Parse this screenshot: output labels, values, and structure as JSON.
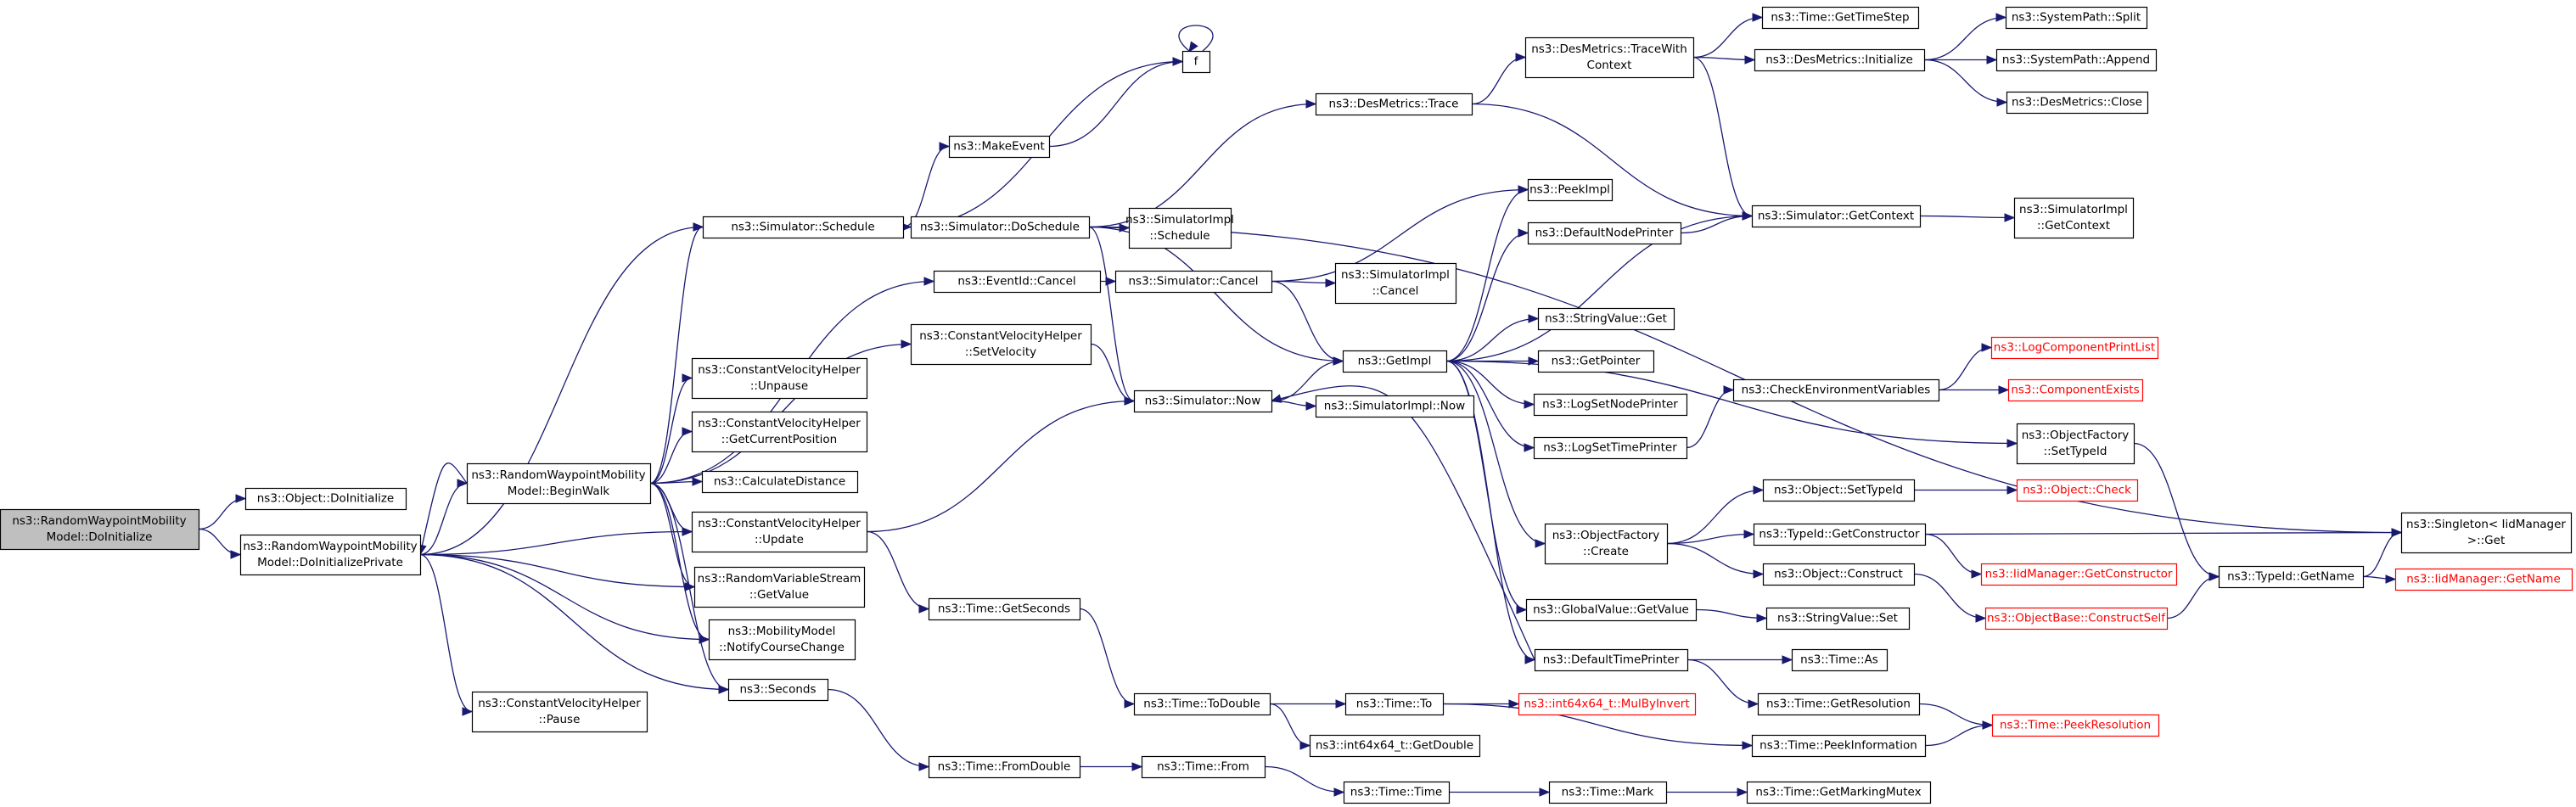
{
  "colors": {
    "edge": "#191970",
    "node_border": "#000000",
    "root_fill": "#bfbfbf",
    "truncated_border": "#ff0000",
    "truncated_text": "#ff0000"
  },
  "nodes": [
    {
      "id": "n_root",
      "lines": [
        "ns3::RandomWaypointMobility",
        "Model::DoInitialize"
      ],
      "style": "root",
      "interactable": false
    },
    {
      "id": "n_objinit",
      "lines": [
        "ns3::Object::DoInitialize"
      ],
      "style": "normal",
      "interactable": true
    },
    {
      "id": "n_doinitpriv",
      "lines": [
        "ns3::RandomWaypointMobility",
        "Model::DoInitializePrivate"
      ],
      "style": "normal",
      "interactable": true
    },
    {
      "id": "n_cvpause",
      "lines": [
        "ns3::ConstantVelocityHelper",
        "::Pause"
      ],
      "style": "normal",
      "interactable": true
    },
    {
      "id": "n_beginwalk",
      "lines": [
        "ns3::RandomWaypointMobility",
        "Model::BeginWalk"
      ],
      "style": "normal",
      "interactable": true
    },
    {
      "id": "n_simsched",
      "lines": [
        "ns3::Simulator::Schedule"
      ],
      "style": "normal",
      "interactable": true
    },
    {
      "id": "n_evcancel",
      "lines": [
        "ns3::EventId::Cancel"
      ],
      "style": "normal",
      "interactable": true
    },
    {
      "id": "n_cvsetvel",
      "lines": [
        "ns3::ConstantVelocityHelper",
        "::SetVelocity"
      ],
      "style": "normal",
      "interactable": true
    },
    {
      "id": "n_cvunpause",
      "lines": [
        "ns3::ConstantVelocityHelper",
        "::Unpause"
      ],
      "style": "normal",
      "interactable": true
    },
    {
      "id": "n_cvgetpos",
      "lines": [
        "ns3::ConstantVelocityHelper",
        "::GetCurrentPosition"
      ],
      "style": "normal",
      "interactable": true
    },
    {
      "id": "n_calcdist",
      "lines": [
        "ns3::CalculateDistance"
      ],
      "style": "normal",
      "interactable": true
    },
    {
      "id": "n_cvupdate",
      "lines": [
        "ns3::ConstantVelocityHelper",
        "::Update"
      ],
      "style": "normal",
      "interactable": true
    },
    {
      "id": "n_rvsget",
      "lines": [
        "ns3::RandomVariableStream",
        "::GetValue"
      ],
      "style": "normal",
      "interactable": true
    },
    {
      "id": "n_mobnotify",
      "lines": [
        "ns3::MobilityModel",
        "::NotifyCourseChange"
      ],
      "style": "normal",
      "interactable": true
    },
    {
      "id": "n_seconds",
      "lines": [
        "ns3::Seconds"
      ],
      "style": "normal",
      "interactable": true
    },
    {
      "id": "n_makeevent",
      "lines": [
        "ns3::MakeEvent"
      ],
      "style": "normal",
      "interactable": true
    },
    {
      "id": "n_f",
      "lines": [
        "f"
      ],
      "style": "normal",
      "interactable": true
    },
    {
      "id": "n_dosched",
      "lines": [
        "ns3::Simulator::DoSchedule"
      ],
      "style": "normal",
      "interactable": true
    },
    {
      "id": "n_simimplsched",
      "lines": [
        "ns3::SimulatorImpl",
        "::Schedule"
      ],
      "style": "normal",
      "interactable": true
    },
    {
      "id": "n_simcancel",
      "lines": [
        "ns3::Simulator::Cancel"
      ],
      "style": "normal",
      "interactable": true
    },
    {
      "id": "n_simimplcancel",
      "lines": [
        "ns3::SimulatorImpl",
        "::Cancel"
      ],
      "style": "normal",
      "interactable": true
    },
    {
      "id": "n_simnow",
      "lines": [
        "ns3::Simulator::Now"
      ],
      "style": "normal",
      "interactable": true
    },
    {
      "id": "n_simimplnow",
      "lines": [
        "ns3::SimulatorImpl::Now"
      ],
      "style": "normal",
      "interactable": true
    },
    {
      "id": "n_getseconds",
      "lines": [
        "ns3::Time::GetSeconds"
      ],
      "style": "normal",
      "interactable": true
    },
    {
      "id": "n_todouble",
      "lines": [
        "ns3::Time::ToDouble"
      ],
      "style": "normal",
      "interactable": true
    },
    {
      "id": "n_fromdouble",
      "lines": [
        "ns3::Time::FromDouble"
      ],
      "style": "normal",
      "interactable": true
    },
    {
      "id": "n_timefrom",
      "lines": [
        "ns3::Time::From"
      ],
      "style": "normal",
      "interactable": true
    },
    {
      "id": "n_timeto",
      "lines": [
        "ns3::Time::To"
      ],
      "style": "normal",
      "interactable": true
    },
    {
      "id": "n_i64getdouble",
      "lines": [
        "ns3::int64x64_t::GetDouble"
      ],
      "style": "normal",
      "interactable": true
    },
    {
      "id": "n_timetime",
      "lines": [
        "ns3::Time::Time"
      ],
      "style": "normal",
      "interactable": true
    },
    {
      "id": "n_desmetrace",
      "lines": [
        "ns3::DesMetrics::Trace"
      ],
      "style": "normal",
      "interactable": true
    },
    {
      "id": "n_getimpl",
      "lines": [
        "ns3::GetImpl"
      ],
      "style": "normal",
      "interactable": true
    },
    {
      "id": "n_peekimpl",
      "lines": [
        "ns3::PeekImpl"
      ],
      "style": "normal",
      "interactable": true
    },
    {
      "id": "n_defnodeprinter",
      "lines": [
        "ns3::DefaultNodePrinter"
      ],
      "style": "normal",
      "interactable": true
    },
    {
      "id": "n_strvalget",
      "lines": [
        "ns3::StringValue::Get"
      ],
      "style": "normal",
      "interactable": true
    },
    {
      "id": "n_getpointer",
      "lines": [
        "ns3::GetPointer"
      ],
      "style": "normal",
      "interactable": true
    },
    {
      "id": "n_logsetnode",
      "lines": [
        "ns3::LogSetNodePrinter"
      ],
      "style": "normal",
      "interactable": true
    },
    {
      "id": "n_logsettime",
      "lines": [
        "ns3::LogSetTimePrinter"
      ],
      "style": "normal",
      "interactable": true
    },
    {
      "id": "n_objfactcreate",
      "lines": [
        "ns3::ObjectFactory",
        "::Create"
      ],
      "style": "normal",
      "interactable": true
    },
    {
      "id": "n_gvgetvalue",
      "lines": [
        "ns3::GlobalValue::GetValue"
      ],
      "style": "normal",
      "interactable": true
    },
    {
      "id": "n_deftimeprinter",
      "lines": [
        "ns3::DefaultTimePrinter"
      ],
      "style": "normal",
      "interactable": true
    },
    {
      "id": "n_i64mulbyinv",
      "lines": [
        "ns3::int64x64_t::MulByInvert"
      ],
      "style": "trunc",
      "interactable": true
    },
    {
      "id": "n_timemark",
      "lines": [
        "ns3::Time::Mark"
      ],
      "style": "normal",
      "interactable": true
    },
    {
      "id": "n_desmetracewith",
      "lines": [
        "ns3::DesMetrics::TraceWith",
        "Context"
      ],
      "style": "normal",
      "interactable": true
    },
    {
      "id": "n_simgetctx",
      "lines": [
        "ns3::Simulator::GetContext"
      ],
      "style": "normal",
      "interactable": true
    },
    {
      "id": "n_checkenv",
      "lines": [
        "ns3::CheckEnvironmentVariables"
      ],
      "style": "normal",
      "interactable": true
    },
    {
      "id": "n_objsettypeid",
      "lines": [
        "ns3::Object::SetTypeId"
      ],
      "style": "normal",
      "interactable": true
    },
    {
      "id": "n_typeidgetctor",
      "lines": [
        "ns3::TypeId::GetConstructor"
      ],
      "style": "normal",
      "interactable": true
    },
    {
      "id": "n_objconstruct",
      "lines": [
        "ns3::Object::Construct"
      ],
      "style": "normal",
      "interactable": true
    },
    {
      "id": "n_strvalset",
      "lines": [
        "ns3::StringValue::Set"
      ],
      "style": "normal",
      "interactable": true
    },
    {
      "id": "n_timeas",
      "lines": [
        "ns3::Time::As"
      ],
      "style": "normal",
      "interactable": true
    },
    {
      "id": "n_timegetres",
      "lines": [
        "ns3::Time::GetResolution"
      ],
      "style": "normal",
      "interactable": true
    },
    {
      "id": "n_timepeekinfo",
      "lines": [
        "ns3::Time::PeekInformation"
      ],
      "style": "normal",
      "interactable": true
    },
    {
      "id": "n_timegetmutex",
      "lines": [
        "ns3::Time::GetMarkingMutex"
      ],
      "style": "normal",
      "interactable": true
    },
    {
      "id": "n_timegettimestep",
      "lines": [
        "ns3::Time::GetTimeStep"
      ],
      "style": "normal",
      "interactable": true
    },
    {
      "id": "n_desmetinit",
      "lines": [
        "ns3::DesMetrics::Initialize"
      ],
      "style": "normal",
      "interactable": true
    },
    {
      "id": "n_simimplgetctx",
      "lines": [
        "ns3::SimulatorImpl",
        "::GetContext"
      ],
      "style": "normal",
      "interactable": true
    },
    {
      "id": "n_logcompprint",
      "lines": [
        "ns3::LogComponentPrintList"
      ],
      "style": "trunc",
      "interactable": true
    },
    {
      "id": "n_compexists",
      "lines": [
        "ns3::ComponentExists"
      ],
      "style": "trunc",
      "interactable": true
    },
    {
      "id": "n_objfactsettype",
      "lines": [
        "ns3::ObjectFactory",
        "::SetTypeId"
      ],
      "style": "normal",
      "interactable": true
    },
    {
      "id": "n_objcheck",
      "lines": [
        "ns3::Object::Check"
      ],
      "style": "trunc",
      "interactable": true
    },
    {
      "id": "n_iidgetctor",
      "lines": [
        "ns3::IidManager::GetConstructor"
      ],
      "style": "trunc",
      "interactable": true
    },
    {
      "id": "n_objbaseconstruct",
      "lines": [
        "ns3::ObjectBase::ConstructSelf"
      ],
      "style": "trunc",
      "interactable": true
    },
    {
      "id": "n_timepeekres",
      "lines": [
        "ns3::Time::PeekResolution"
      ],
      "style": "trunc",
      "interactable": true
    },
    {
      "id": "n_syspathsplit",
      "lines": [
        "ns3::SystemPath::Split"
      ],
      "style": "normal",
      "interactable": true
    },
    {
      "id": "n_syspathappend",
      "lines": [
        "ns3::SystemPath::Append"
      ],
      "style": "normal",
      "interactable": true
    },
    {
      "id": "n_desmetclose",
      "lines": [
        "ns3::DesMetrics::Close"
      ],
      "style": "normal",
      "interactable": true
    },
    {
      "id": "n_typeidgetname",
      "lines": [
        "ns3::TypeId::GetName"
      ],
      "style": "normal",
      "interactable": true
    },
    {
      "id": "n_singletonget",
      "lines": [
        "ns3::Singleton< IidManager",
        " >::Get"
      ],
      "style": "normal",
      "interactable": true
    },
    {
      "id": "n_iidgetname",
      "lines": [
        "ns3::IidManager::GetName"
      ],
      "style": "trunc",
      "interactable": true
    }
  ],
  "edges": [
    [
      "n_root",
      "n_objinit"
    ],
    [
      "n_root",
      "n_doinitpriv"
    ],
    [
      "n_doinitpriv",
      "n_beginwalk"
    ],
    [
      "n_doinitpriv",
      "n_cvpause"
    ],
    [
      "n_doinitpriv",
      "n_simsched"
    ],
    [
      "n_doinitpriv",
      "n_cvupdate"
    ],
    [
      "n_doinitpriv",
      "n_rvsget"
    ],
    [
      "n_doinitpriv",
      "n_mobnotify"
    ],
    [
      "n_doinitpriv",
      "n_seconds"
    ],
    [
      "n_beginwalk",
      "n_doinitpriv"
    ],
    [
      "n_beginwalk",
      "n_simsched"
    ],
    [
      "n_beginwalk",
      "n_evcancel"
    ],
    [
      "n_beginwalk",
      "n_cvsetvel"
    ],
    [
      "n_beginwalk",
      "n_cvunpause"
    ],
    [
      "n_beginwalk",
      "n_cvgetpos"
    ],
    [
      "n_beginwalk",
      "n_calcdist"
    ],
    [
      "n_beginwalk",
      "n_cvupdate"
    ],
    [
      "n_beginwalk",
      "n_rvsget"
    ],
    [
      "n_beginwalk",
      "n_mobnotify"
    ],
    [
      "n_beginwalk",
      "n_seconds"
    ],
    [
      "n_simsched",
      "n_makeevent"
    ],
    [
      "n_simsched",
      "n_f"
    ],
    [
      "n_simsched",
      "n_dosched"
    ],
    [
      "n_makeevent",
      "n_f"
    ],
    [
      "n_f",
      "n_f"
    ],
    [
      "n_dosched",
      "n_desmetrace"
    ],
    [
      "n_dosched",
      "n_simimplsched"
    ],
    [
      "n_dosched",
      "n_simnow"
    ],
    [
      "n_dosched",
      "n_getimpl"
    ],
    [
      "n_dosched",
      "n_singletonget"
    ],
    [
      "n_evcancel",
      "n_simcancel"
    ],
    [
      "n_simcancel",
      "n_simimplcancel"
    ],
    [
      "n_simcancel",
      "n_getimpl"
    ],
    [
      "n_simcancel",
      "n_peekimpl"
    ],
    [
      "n_cvsetvel",
      "n_simnow"
    ],
    [
      "n_cvupdate",
      "n_simnow"
    ],
    [
      "n_cvupdate",
      "n_getseconds"
    ],
    [
      "n_simnow",
      "n_getimpl"
    ],
    [
      "n_simnow",
      "n_simimplnow"
    ],
    [
      "n_getseconds",
      "n_todouble"
    ],
    [
      "n_seconds",
      "n_fromdouble"
    ],
    [
      "n_todouble",
      "n_timeto"
    ],
    [
      "n_todouble",
      "n_i64getdouble"
    ],
    [
      "n_fromdouble",
      "n_timefrom"
    ],
    [
      "n_timefrom",
      "n_timetime"
    ],
    [
      "n_timeto",
      "n_i64mulbyinv"
    ],
    [
      "n_timeto",
      "n_timepeekinfo"
    ],
    [
      "n_timetime",
      "n_timemark"
    ],
    [
      "n_timemark",
      "n_timegetmutex"
    ],
    [
      "n_desmetrace",
      "n_desmetracewith"
    ],
    [
      "n_desmetrace",
      "n_simgetctx"
    ],
    [
      "n_desmetracewith",
      "n_timegettimestep"
    ],
    [
      "n_desmetracewith",
      "n_desmetinit"
    ],
    [
      "n_desmetracewith",
      "n_simgetctx"
    ],
    [
      "n_desmetinit",
      "n_syspathsplit"
    ],
    [
      "n_desmetinit",
      "n_syspathappend"
    ],
    [
      "n_desmetinit",
      "n_desmetclose"
    ],
    [
      "n_getimpl",
      "n_peekimpl"
    ],
    [
      "n_getimpl",
      "n_defnodeprinter"
    ],
    [
      "n_getimpl",
      "n_simgetctx"
    ],
    [
      "n_getimpl",
      "n_strvalget"
    ],
    [
      "n_getimpl",
      "n_getpointer"
    ],
    [
      "n_getimpl",
      "n_logsetnode"
    ],
    [
      "n_getimpl",
      "n_logsettime"
    ],
    [
      "n_getimpl",
      "n_objfactsettype"
    ],
    [
      "n_getimpl",
      "n_objfactcreate"
    ],
    [
      "n_getimpl",
      "n_gvgetvalue"
    ],
    [
      "n_getimpl",
      "n_deftimeprinter"
    ],
    [
      "n_defnodeprinter",
      "n_simgetctx"
    ],
    [
      "n_simgetctx",
      "n_simimplgetctx"
    ],
    [
      "n_logsettime",
      "n_checkenv"
    ],
    [
      "n_checkenv",
      "n_logcompprint"
    ],
    [
      "n_checkenv",
      "n_compexists"
    ],
    [
      "n_objfactcreate",
      "n_objsettypeid"
    ],
    [
      "n_objfactcreate",
      "n_typeidgetctor"
    ],
    [
      "n_objfactcreate",
      "n_objconstruct"
    ],
    [
      "n_objsettypeid",
      "n_objcheck"
    ],
    [
      "n_typeidgetctor",
      "n_iidgetctor"
    ],
    [
      "n_typeidgetctor",
      "n_singletonget"
    ],
    [
      "n_objconstruct",
      "n_objbaseconstruct"
    ],
    [
      "n_objbaseconstruct",
      "n_typeidgetname"
    ],
    [
      "n_objfactsettype",
      "n_typeidgetname"
    ],
    [
      "n_typeidgetname",
      "n_singletonget"
    ],
    [
      "n_typeidgetname",
      "n_iidgetname"
    ],
    [
      "n_gvgetvalue",
      "n_strvalset"
    ],
    [
      "n_deftimeprinter",
      "n_simnow"
    ],
    [
      "n_deftimeprinter",
      "n_timeas"
    ],
    [
      "n_deftimeprinter",
      "n_timegetres"
    ],
    [
      "n_timegetres",
      "n_timepeekres"
    ],
    [
      "n_timepeekinfo",
      "n_timepeekres"
    ]
  ]
}
